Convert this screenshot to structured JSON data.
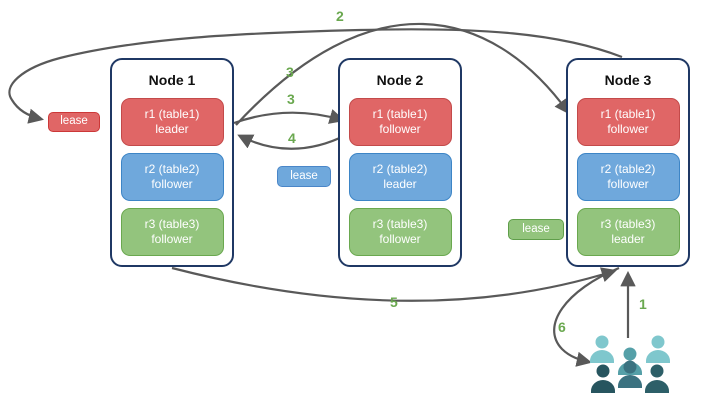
{
  "nodes": [
    {
      "title": "Node 1",
      "replicas": [
        {
          "name": "r1 (table1)",
          "role": "leader",
          "color": "#e06666"
        },
        {
          "name": "r2 (table2)",
          "role": "follower",
          "color": "#6fa8dc"
        },
        {
          "name": "r3 (table3)",
          "role": "follower",
          "color": "#93c47d"
        }
      ]
    },
    {
      "title": "Node 2",
      "replicas": [
        {
          "name": "r1 (table1)",
          "role": "follower",
          "color": "#e06666"
        },
        {
          "name": "r2 (table2)",
          "role": "leader",
          "color": "#6fa8dc"
        },
        {
          "name": "r3 (table3)",
          "role": "follower",
          "color": "#93c47d"
        }
      ]
    },
    {
      "title": "Node 3",
      "replicas": [
        {
          "name": "r1 (table1)",
          "role": "follower",
          "color": "#e06666"
        },
        {
          "name": "r2 (table2)",
          "role": "follower",
          "color": "#6fa8dc"
        },
        {
          "name": "r3 (table3)",
          "role": "leader",
          "color": "#93c47d"
        }
      ]
    }
  ],
  "leases": {
    "red": {
      "label": "lease",
      "color": "#e06666"
    },
    "blue": {
      "label": "lease",
      "color": "#6fa8dc"
    },
    "green": {
      "label": "lease",
      "color": "#93c47d"
    }
  },
  "steps": {
    "s1": "1",
    "s2": "2",
    "s3a": "3",
    "s3b": "3",
    "s4": "4",
    "s5": "5",
    "s6": "6"
  },
  "icons": {
    "users": "users-group-icon"
  },
  "colors": {
    "node_border": "#1f3864",
    "arrow": "#595959",
    "step_label": "#6aa84f",
    "users_light_teal": "#7fc7cd",
    "users_mid_teal": "#55a0a8",
    "users_mid_dark": "#3b7280",
    "users_dark": "#27555f"
  }
}
